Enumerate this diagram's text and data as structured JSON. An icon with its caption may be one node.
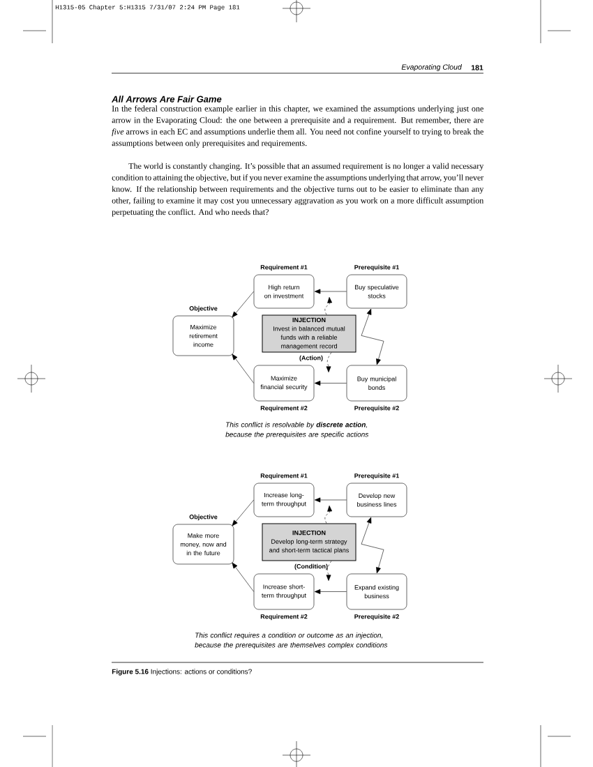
{
  "diagram": {
    "caption": "**Figure 5.16** Injections: actions or conditions?",
    "nodes": [
      {
        "text": [
          "Objective",
          "Maximize retirement income"
        ]
      },
      {
        "text": [
          "Requirement #1",
          "High return on investment"
        ]
      },
      {
        "text": [
          "Prerequisite #1",
          "Buy speculative stocks"
        ]
      },
      {
        "text": [
          "INJECTION",
          "Invest in balanced mutual funds with a reliable management record"
        ],
        "beside": [
          "(Action)"
        ]
      },
      {
        "text": [
          "Maximize financial security",
          "Requirement #2"
        ]
      },
      {
        "text": [
          "Buy municipal bonds",
          "Prerequisite #2"
        ]
      },
      {
        "text": [
          "Objective",
          "Make more money, now and in the future"
        ]
      },
      {
        "text": [
          "Requirement #1",
          "Increase long-term throughput"
        ]
      },
      {
        "text": [
          "Prerequisite #1",
          "Develop new business lines"
        ]
      },
      {
        "text": [
          "INJECTION",
          "Develop long-term strategy and short-term tactical plans"
        ],
        "beside": [
          "(Condition)"
        ]
      },
      {
        "text": [
          "Increase short-term throughput",
          "Requirement #2"
        ]
      },
      {
        "text": [
          "Expand existing business",
          "Prerequisite #2"
        ]
      }
    ],
    "edges": [
      {
        "from": 1,
        "to": 0,
        "arrow": "to"
      },
      {
        "from": 4,
        "to": 0,
        "arrow": "to"
      },
      {
        "from": 2,
        "to": 1,
        "arrow": "to"
      },
      {
        "from": 5,
        "to": 4,
        "arrow": "to"
      },
      {
        "from": 2,
        "to": 5,
        "arrow": "both"
      },
      {
        "from": 3,
        "to": null,
        "arrow": "to",
        "style": "dashed"
      },
      {
        "from": 3,
        "to": null,
        "arrow": "to",
        "style": "dashed"
      },
      {
        "from": 7,
        "to": 6,
        "arrow": "to"
      },
      {
        "from": 10,
        "to": 6,
        "arrow": "to"
      },
      {
        "from": 8,
        "to": 7,
        "arrow": "to"
      },
      {
        "from": 11,
        "to": 10,
        "arrow": "to"
      },
      {
        "from": 8,
        "to": 11,
        "arrow": "both"
      },
      {
        "from": 9,
        "to": null,
        "arrow": "to",
        "style": "dashed"
      },
      {
        "from": 9,
        "to": null,
        "arrow": "to",
        "style": "dashed"
      }
    ],
    "labels": [
      "H1315-05 Chapter 5:H1315  7/31/07  2:24 PM  Page 181",
      "Evaporating Cloud",
      "181",
      "All Arrows Are Fair Game",
      "In the federal construction example earlier in this chapter, we examined the assumptions underlying just one arrow in the Evaporating Cloud: the one between a prerequisite and a requirement. But remember, there are *five* arrows in each EC and assumptions underlie them all. You need not confine yourself to trying to break the assumptions between only prerequisites and requirements.",
      "The world is constantly changing. It’s possible that an assumed requirement is no longer a valid necessary condition to attaining the objective, but if you never examine the assumptions underlying that arrow, you’ll never know. If the relationship between requirements and the objective turns out to be easier to eliminate than any other, failing to examine it may cost you unnecessary aggravation as you work on a more difficult assumption perpetuating the conflict. And who needs that?",
      "This conflict is resolvable by **discrete action**, because the prerequisites are specific actions",
      "This conflict requires a condition or outcome as an injection, because the prerequisites are themselves complex conditions"
    ]
  }
}
